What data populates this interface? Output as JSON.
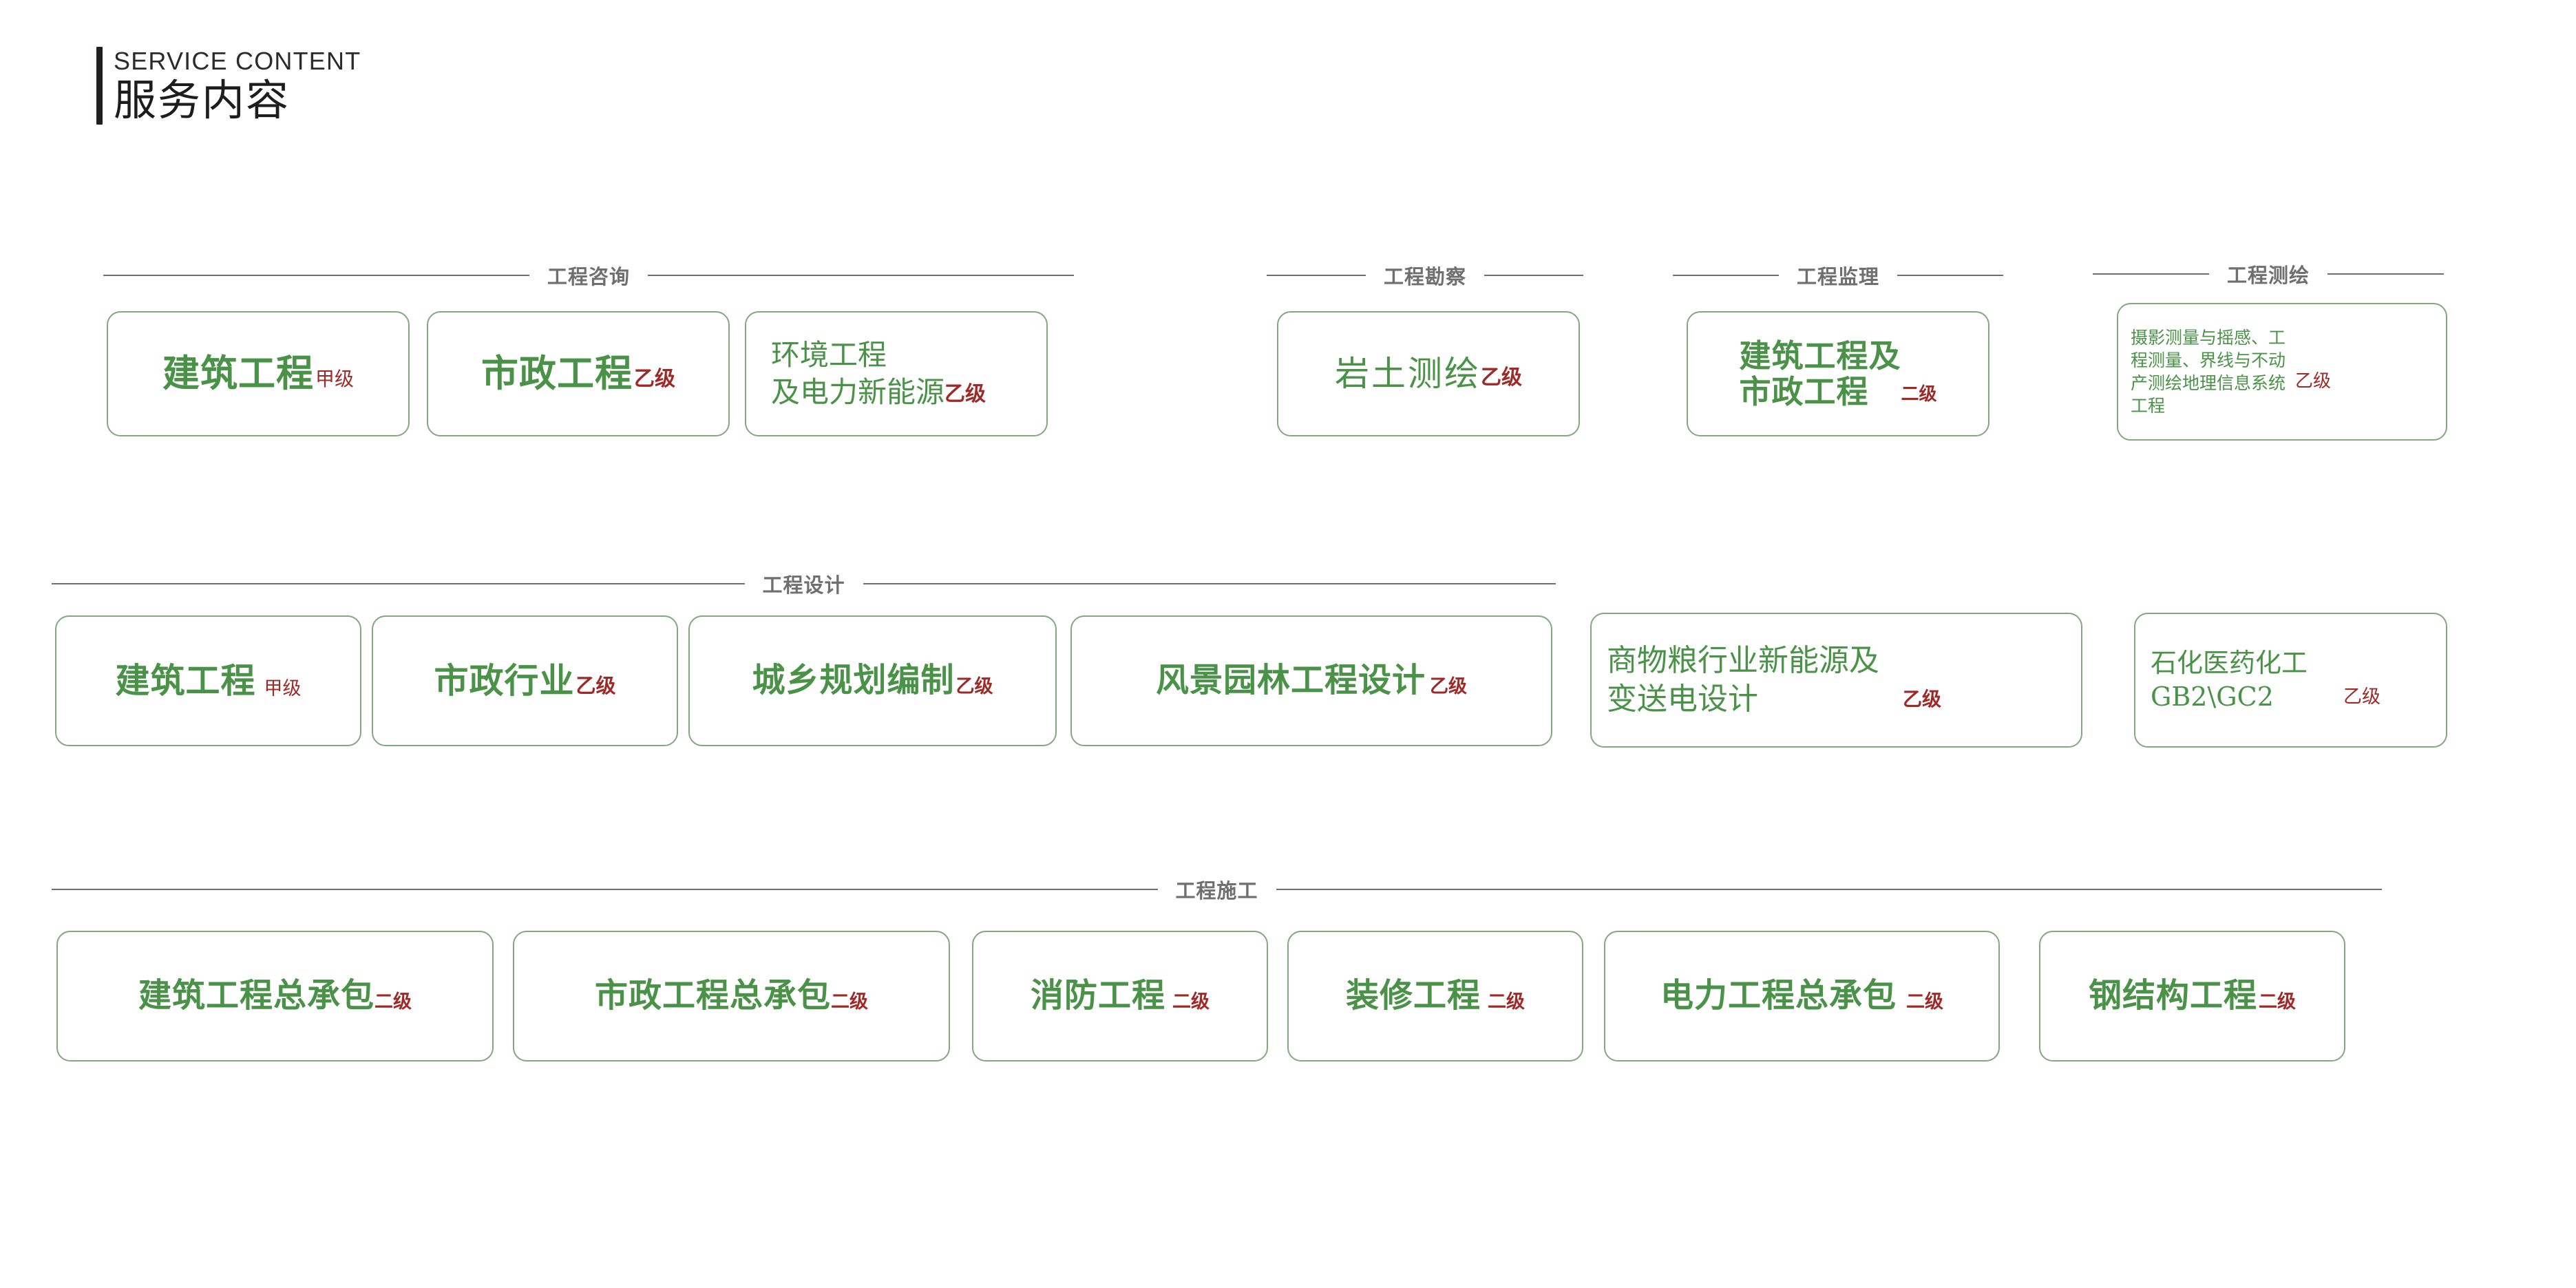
{
  "header": {
    "english": "SERVICE CONTENT",
    "chinese": "服务内容"
  },
  "colors": {
    "green": "#4a9247",
    "red": "#9e2a27",
    "border": "#81a97d",
    "rule": "#6f6f6f",
    "header_bar": "#231f20"
  },
  "sections": [
    {
      "id": "engineering-consulting",
      "label": "工程咨询",
      "cards": [
        {
          "title": "建筑工程",
          "grade": "甲级",
          "title_weight": "heavy",
          "grade_weight": "light"
        },
        {
          "title": "市政工程",
          "grade": "乙级",
          "title_weight": "heavy",
          "grade_weight": "heavy"
        },
        {
          "title": "环境工程\n及电力新能源",
          "grade": "乙级",
          "title_weight": "light",
          "grade_weight": "heavy"
        }
      ]
    },
    {
      "id": "engineering-survey",
      "label": "工程勘察",
      "cards": [
        {
          "title": "岩土测绘",
          "grade": "乙级",
          "title_weight": "light",
          "grade_weight": "heavy"
        }
      ]
    },
    {
      "id": "engineering-supervision",
      "label": "工程监理",
      "cards": [
        {
          "title": "建筑工程及\n市政工程",
          "grade": "二级",
          "title_weight": "heavy",
          "grade_weight": "heavy"
        }
      ]
    },
    {
      "id": "engineering-mapping",
      "label": "工程测绘",
      "cards": [
        {
          "title": "摄影测量与摇感、工\n程测量、界线与不动\n产测绘地理信息系统\n工程",
          "grade": "乙级",
          "title_weight": "light",
          "grade_weight": "light"
        }
      ]
    },
    {
      "id": "engineering-design",
      "label": "工程设计",
      "cards": [
        {
          "title": "建筑工程",
          "grade": "甲级",
          "title_weight": "heavy",
          "grade_weight": "light"
        },
        {
          "title": "市政行业",
          "grade": "乙级",
          "title_weight": "heavy",
          "grade_weight": "heavy"
        },
        {
          "title": "城乡规划编制",
          "grade": "乙级",
          "title_weight": "heavy",
          "grade_weight": "heavy"
        },
        {
          "title": "风景园林工程设计",
          "grade": "乙级",
          "title_weight": "heavy",
          "grade_weight": "heavy"
        },
        {
          "title": "商物粮行业新能源及\n变送电设计",
          "grade": "乙级",
          "title_weight": "light",
          "grade_weight": "heavy"
        },
        {
          "title": "石化医药化工\nGB2\\GC2",
          "grade": "乙级",
          "title_weight": "light",
          "grade_weight": "light"
        }
      ]
    },
    {
      "id": "engineering-construction",
      "label": "工程施工",
      "cards": [
        {
          "title": "建筑工程总承包",
          "grade": "二级",
          "title_weight": "heavy",
          "grade_weight": "heavy"
        },
        {
          "title": "市政工程总承包",
          "grade": "二级",
          "title_weight": "heavy",
          "grade_weight": "heavy"
        },
        {
          "title": "消防工程",
          "grade": "二级",
          "title_weight": "heavy",
          "grade_weight": "heavy"
        },
        {
          "title": "装修工程",
          "grade": "二级",
          "title_weight": "heavy",
          "grade_weight": "heavy"
        },
        {
          "title": "电力工程总承包",
          "grade": "二级",
          "title_weight": "heavy",
          "grade_weight": "heavy"
        },
        {
          "title": "钢结构工程",
          "grade": "二级",
          "title_weight": "heavy",
          "grade_weight": "heavy"
        }
      ]
    }
  ]
}
